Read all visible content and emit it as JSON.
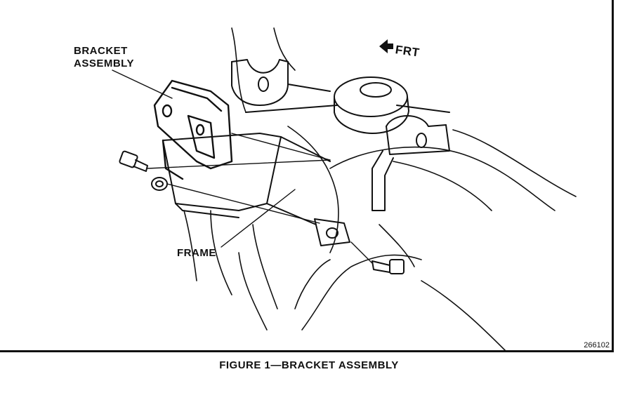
{
  "labels": {
    "bracket_line1": "BRACKET",
    "bracket_line2": "ASSEMBLY",
    "frame": "FRAME",
    "front": "FRT"
  },
  "figure_number": "266102",
  "caption": "FIGURE 1—BRACKET ASSEMBLY"
}
